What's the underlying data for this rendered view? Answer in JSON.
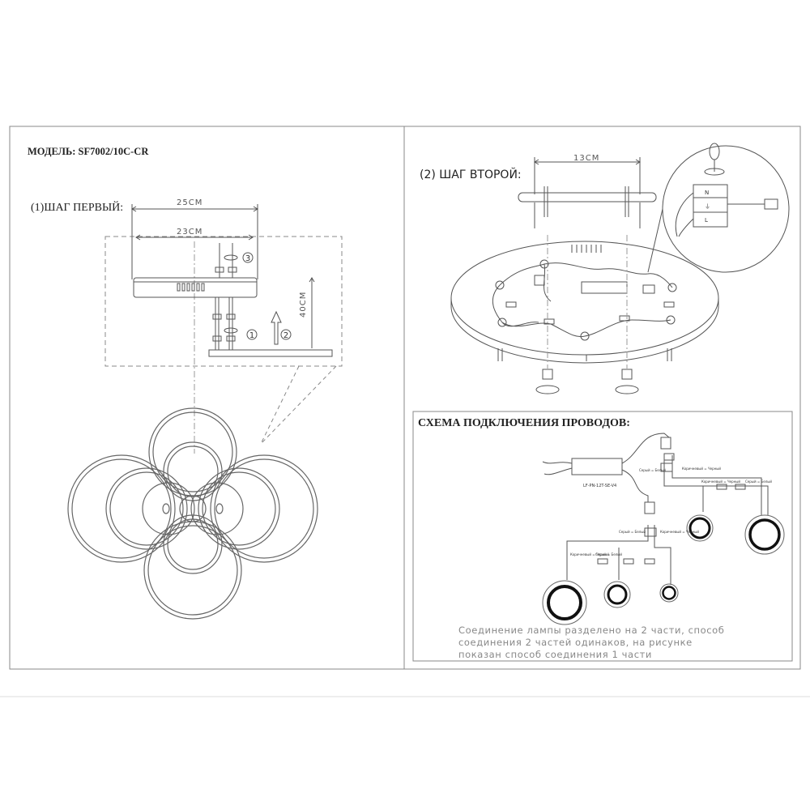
{
  "model_label": "МОДЕЛЬ: SF7002/10C-CR",
  "step1": {
    "title": "(1)ШАГ ПЕРВЫЙ:",
    "dim_outer": "25CM",
    "dim_inner": "23CM",
    "dim_drop": "40CM",
    "markers": [
      "1",
      "2",
      "3"
    ]
  },
  "step2": {
    "title": "(2) ШАГ ВТОРОЙ:",
    "dim_bracket": "13CM",
    "terminal_labels": [
      "N",
      "⏚",
      "L"
    ]
  },
  "wiring": {
    "title": "СХЕМА ПОДКЛЮЧЕНИЯ ПРОВОДОВ:",
    "driver_model": "LF-PN-12T-SE-V4",
    "wire_labels": [
      "Серый = Белый",
      "Коричневый = Черный",
      "Коричневый = Черный",
      "Серый = Белый",
      "Коричневый = Черный",
      "Серый = Белый",
      "Коричневый = Черный",
      "Серый = Белый"
    ],
    "note_lines": [
      "Соединение лампы разделено на 2 части, способ",
      "соединения 2 частей одинаков, на рисунке",
      "показан способ соединения 1 части"
    ]
  },
  "colors": {
    "line": "#555555",
    "dash": "#888888",
    "ring": "#666666",
    "note": "#888888"
  }
}
